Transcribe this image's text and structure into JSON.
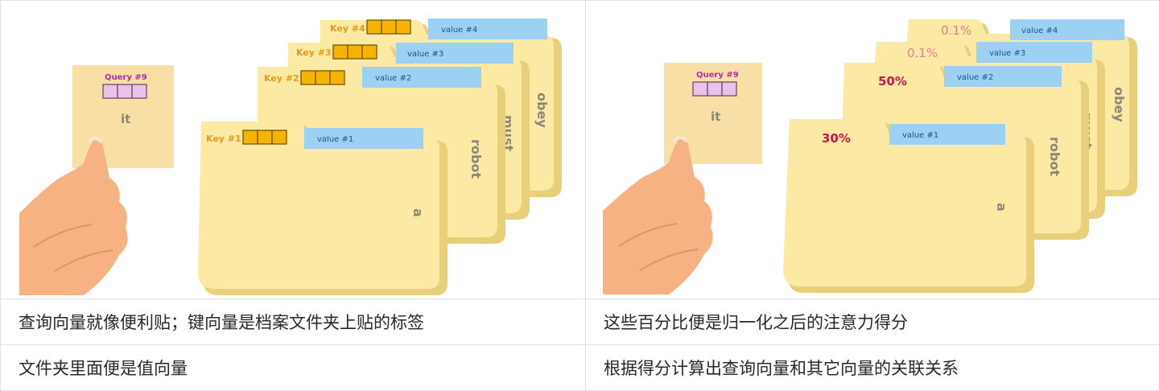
{
  "panels": [
    {
      "query": {
        "label": "Query #9",
        "word": "it"
      },
      "folders": [
        {
          "key": "Key #4",
          "value": "value #4",
          "side": "obey"
        },
        {
          "key": "Key #3",
          "value": "value #3",
          "side": "must"
        },
        {
          "key": "Key #2",
          "value": "value #2",
          "side": "robot"
        },
        {
          "key": "Key #1",
          "value": "value #1",
          "side": "a"
        }
      ]
    },
    {
      "query": {
        "label": "Query #9",
        "word": "it"
      },
      "folders": [
        {
          "score": "0.1%",
          "value": "value #4",
          "side": "obey"
        },
        {
          "score": "0.1%",
          "value": "value #3",
          "side": "must"
        },
        {
          "score": "50%",
          "value": "value #2",
          "side": "robot"
        },
        {
          "score": "30%",
          "value": "value #1",
          "side": "a"
        }
      ]
    }
  ],
  "captions": [
    [
      "查询向量就像便利贴；键向量是档案文件夹上贴的标签",
      "这些百分比便是归一化之后的注意力得分"
    ],
    [
      "文件夹里面便是值向量",
      "根据得分计算出查询向量和其它向量的关联关系"
    ]
  ],
  "colors": {
    "folder_fill": "#fbe9a4",
    "folder_shadow": "#e8cf7a",
    "value_tab": "#9dd1f3",
    "key_box": "#f4b400",
    "query_box": "#eac3e9",
    "sticky_note": "#f8dfa6",
    "hand": "#f6b283"
  }
}
